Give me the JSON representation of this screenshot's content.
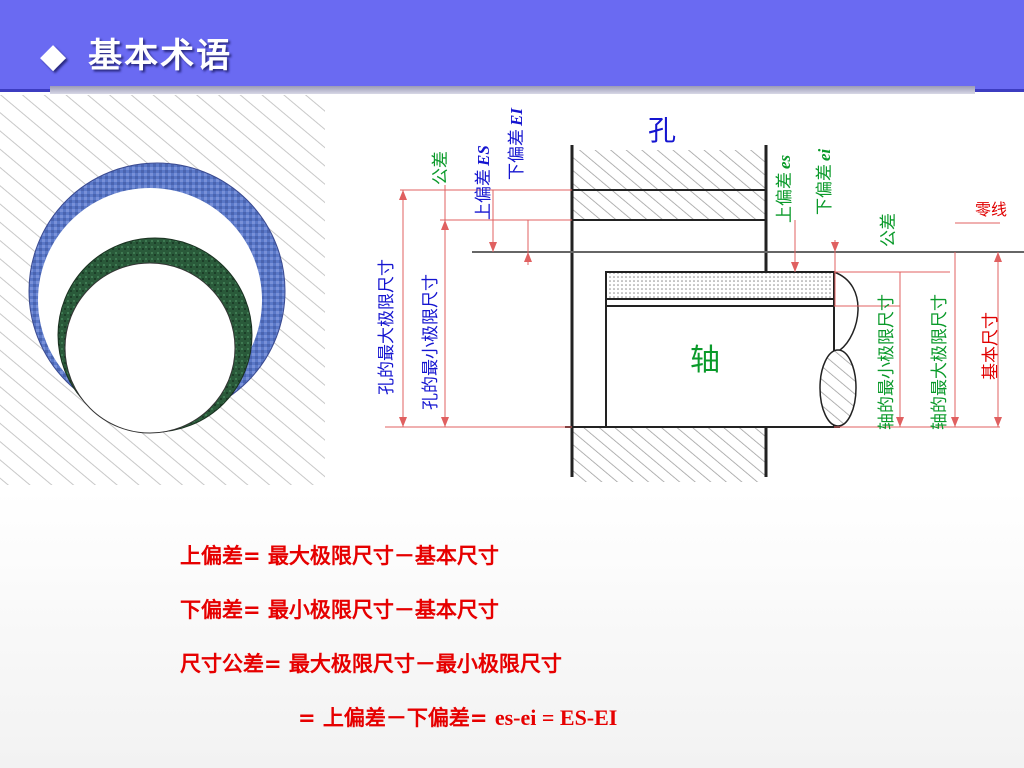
{
  "slide": {
    "title_bullet": "◆",
    "title": "基本术语"
  },
  "diagram": {
    "hole_label": "孔",
    "shaft_label": "轴",
    "hole_tolerance": "公差",
    "hole_upper_deviation": "上偏差",
    "hole_upper_deviation_symbol": "ES",
    "hole_lower_deviation": "下偏差",
    "hole_lower_deviation_symbol": "EI",
    "hole_max_limit": "孔的最大极限尺寸",
    "hole_min_limit": "孔的最小极限尺寸",
    "shaft_upper_deviation": "上偏差",
    "shaft_upper_deviation_symbol": "es",
    "shaft_lower_deviation": "下偏差",
    "shaft_lower_deviation_symbol": "ei",
    "shaft_tolerance": "公差",
    "zero_line": "零线",
    "shaft_min_limit": "轴的最小极限尺寸",
    "shaft_max_limit": "轴的最大极限尺寸",
    "basic_size": "基本尺寸",
    "colors": {
      "blue_text": "#1515d0",
      "green_text": "#0a9a2a",
      "red_text": "#e00000",
      "hole_ring": "#5a78c8",
      "shaft_ring": "#2a5a3a"
    }
  },
  "formulas": {
    "line1": "上偏差=  最大极限尺寸－基本尺寸",
    "line2": "下偏差=  最小极限尺寸－基本尺寸",
    "line3": "尺寸公差=  最大极限尺寸－最小极限尺寸",
    "line4_prefix": "=  上偏差－下偏差=  ",
    "line4_latin": "es-ei = ES-EI"
  }
}
